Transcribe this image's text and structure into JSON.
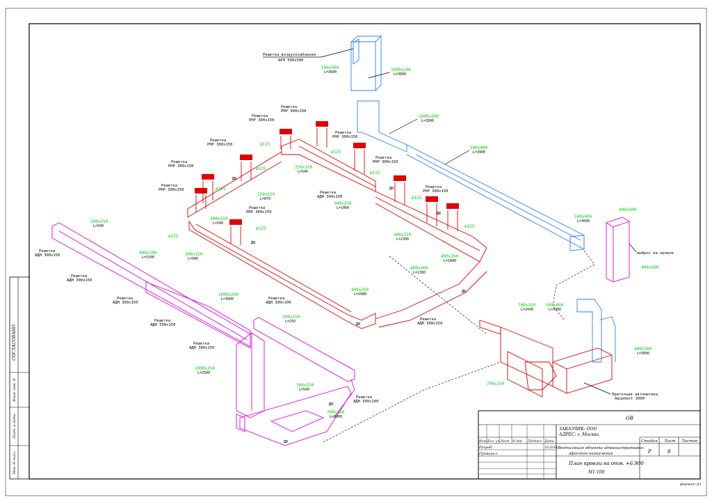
{
  "grilles": {
    "intake_title": "Решетка воздухозаборная",
    "intake_type": "АРН 500х500",
    "rnr_title": "Решетка",
    "rnr_type": "РНР 300х150",
    "adn_type": "АДН 300х150",
    "adn_type_1": "АДН 300х100",
    "adn_type_2": "АДН 500х150",
    "adn_type_3": "АДН 500х100"
  },
  "ducts": {
    "blue": [
      {
        "size": "500х500",
        "len": "L=3600"
      },
      {
        "size": "1000х200",
        "len": "L=3600"
      },
      {
        "size": "1000х200",
        "len": "L=3900"
      },
      {
        "size": "500х400",
        "len": "L=3900"
      },
      {
        "size": "500х400",
        "len": "L=3900"
      },
      {
        "size": "500х400",
        "len": "L=3600"
      },
      {
        "size": "400х500",
        "len": "L=3600"
      }
    ],
    "red": [
      {
        "size": "250х150",
        "len": "L=546"
      },
      {
        "size": "150х150",
        "len": "L=870"
      },
      {
        "size": "300х150",
        "len": "L=540"
      },
      {
        "size": "300х150",
        "len": "L=900"
      },
      {
        "size": "300х250",
        "len": "L=1060"
      },
      {
        "size": "400х250",
        "len": "L=2300"
      },
      {
        "size": "400х300",
        "len": "L=1840"
      },
      {
        "size": "400х300",
        "len": "L=1380"
      },
      {
        "size": "400х250",
        "len": "L=1080"
      },
      {
        "size": "700х250",
        "len": "L=2430"
      },
      {
        "size": "700х250",
        "len": ""
      }
    ],
    "magenta": [
      {
        "size": "200х250",
        "len": "L=500"
      },
      {
        "size": "400х200",
        "len": "L=1500"
      },
      {
        "size": "1000х200",
        "len": "L=3000"
      },
      {
        "size": "200х150",
        "len": "L=250"
      },
      {
        "size": "1000х250",
        "len": "L=2500"
      },
      {
        "size": "300х150",
        "len": "L=500"
      },
      {
        "size": "700х250",
        "len": "L=3000"
      }
    ],
    "diam": "ø125"
  },
  "annotations": {
    "dk": "ДК",
    "exhaust": "выброс на кровле",
    "unit_title": "Приточная автоматика",
    "unit_model": "AquaVent 3000"
  },
  "title_block": {
    "code": "ОВ",
    "customer": "ЗАКАЗЧИК: ООО",
    "address": "АДРЕС: г. Москва,",
    "object": "Вентиляция объекта административно-",
    "object2": "офисного назначения",
    "stage_h": "Стадия",
    "sheet_h": "Лист",
    "sheets_h": "Листов",
    "stage": "Р",
    "sheet": "8",
    "plan": "План кровли на отм. +6.900",
    "scale": "М1:100",
    "cols": [
      "Изм.",
      "Кол. уч.",
      "Лист",
      "N док.",
      "Подпись",
      "Дата"
    ],
    "role1": "Разраб.",
    "role2": "Проверил",
    "date": "10.2016",
    "format": "формат А3"
  },
  "side_stamp": {
    "agreed": "СОГЛАСОВАНО",
    "replaced": "Взам. инв. N",
    "sign": "Подп. и дата",
    "inv": "Инв. N подл."
  }
}
